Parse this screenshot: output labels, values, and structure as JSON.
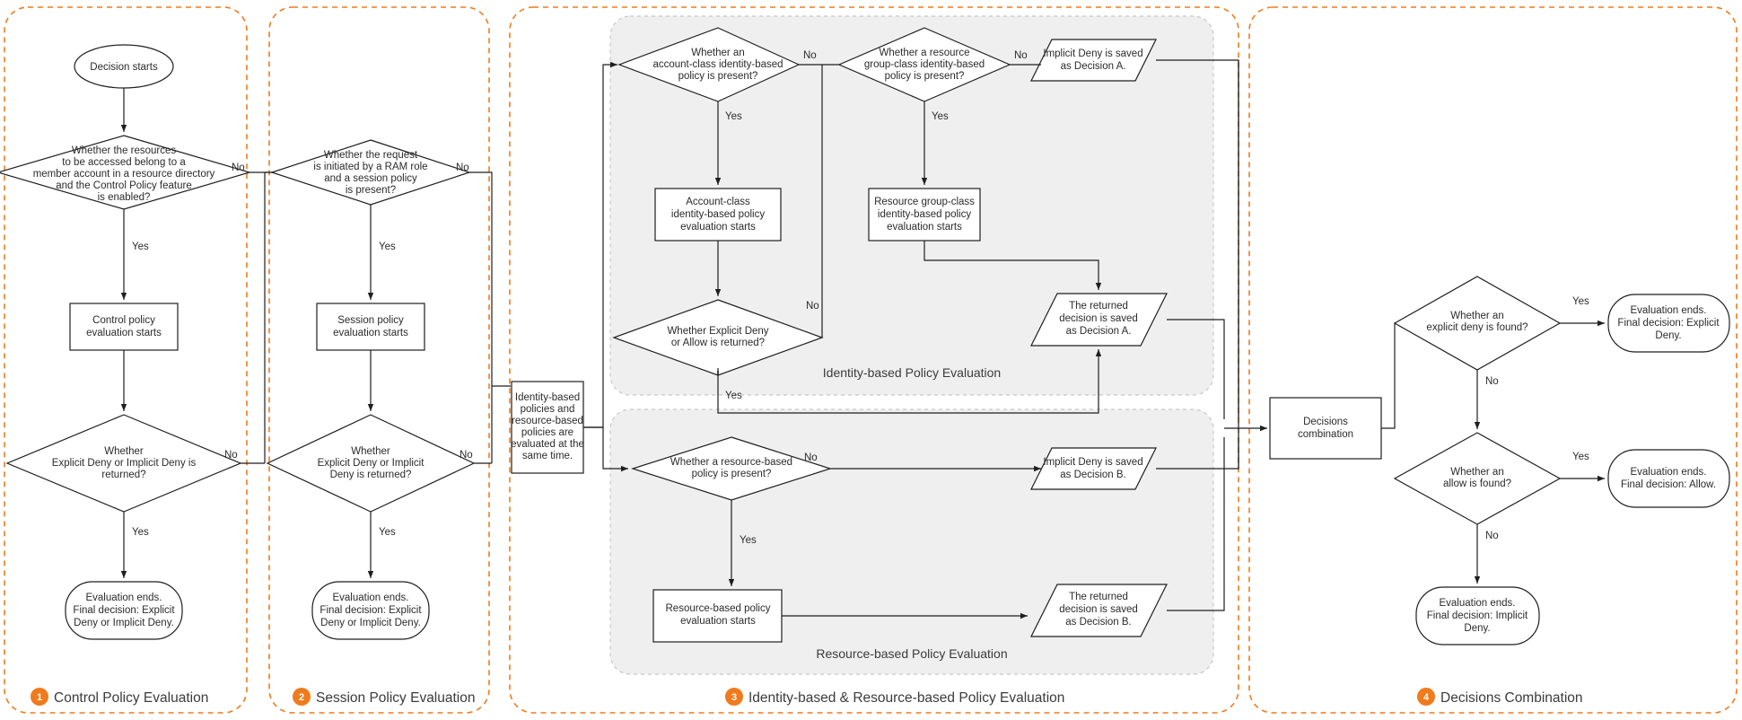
{
  "diagram": {
    "title": "RAM Policy Evaluation Flow",
    "accent_color": "#F07B1D",
    "group_bg": "#efefef"
  },
  "sections": [
    {
      "num": "1",
      "label": "Control Policy Evaluation"
    },
    {
      "num": "2",
      "label": "Session Policy Evaluation"
    },
    {
      "num": "3",
      "label": "Identity-based & Resource-based Policy Evaluation"
    },
    {
      "num": "4",
      "label": "Decisions Combination"
    }
  ],
  "groups": [
    {
      "label": "Identity-based Policy Evaluation"
    },
    {
      "label": "Resource-based Policy Evaluation"
    }
  ],
  "nodes": {
    "start": "Decision starts",
    "s1_decision": "Whether the resources to be accessed belong to a member account in a resource directory and the Control Policy feature is enabled?",
    "s1_decision_lines": [
      "Whether the resources",
      "to be accessed belong to a",
      "member account in a resource directory",
      "and the Control Policy feature",
      "is enabled?"
    ],
    "s1_process": [
      "Control policy",
      "evaluation starts"
    ],
    "s1_decision2": [
      "Whether",
      "Explicit Deny or Implicit Deny is",
      "returned?"
    ],
    "s1_end": [
      "Evaluation ends.",
      "Final decision: Explicit",
      "Deny or Implicit Deny."
    ],
    "s2_decision": [
      "Whether the request",
      "is initiated by a RAM role",
      "and a session policy",
      "is present?"
    ],
    "s2_process": [
      "Session policy",
      "evaluation starts"
    ],
    "s2_decision2": [
      "Whether",
      "Explicit Deny or Implicit",
      "Deny is returned?"
    ],
    "s2_end": [
      "Evaluation ends.",
      "Final decision: Explicit",
      "Deny or Implicit Deny."
    ],
    "s3_center": [
      "Identity-based",
      "policies and",
      "resource-based",
      "policies are",
      "evaluated at the",
      "same time."
    ],
    "s3_acct_decision": [
      "Whether an",
      "account-class identity-based",
      "policy is present?"
    ],
    "s3_acct_process": [
      "Account-class",
      "identity-based policy",
      "evaluation starts"
    ],
    "s3_acct_decision2": [
      "Whether Explicit Deny",
      "or Allow is returned?"
    ],
    "s3_rg_decision": [
      "Whether a resource",
      "group-class identity-based",
      "policy is present?"
    ],
    "s3_rg_process": [
      "Resource group-class",
      "identity-based policy",
      "evaluation starts"
    ],
    "s3_implicit_a": [
      "Implicit Deny is saved",
      "as Decision A."
    ],
    "s3_returned_a": [
      "The returned",
      "decision is saved",
      "as Decision A."
    ],
    "s3_rb_decision": [
      "Whether a resource-based",
      "policy is present?"
    ],
    "s3_rb_process": [
      "Resource-based policy",
      "evaluation starts"
    ],
    "s3_implicit_b": [
      "Implicit Deny is saved",
      "as Decision B."
    ],
    "s3_returned_b": [
      "The returned",
      "decision is saved",
      "as Decision B."
    ],
    "s4_combination": [
      "Decisions",
      "combination"
    ],
    "s4_decision1": [
      "Whether an",
      "explicit deny is found?"
    ],
    "s4_end1": [
      "Evaluation ends.",
      "Final decision: Explicit",
      "Deny."
    ],
    "s4_decision2": [
      "Whether an",
      "allow is found?"
    ],
    "s4_end2": [
      "Evaluation ends.",
      "Final decision: Allow."
    ],
    "s4_end3": [
      "Evaluation ends.",
      "Final decision: Implicit",
      "Deny."
    ]
  },
  "edge_labels": {
    "yes": "Yes",
    "no": "No"
  }
}
